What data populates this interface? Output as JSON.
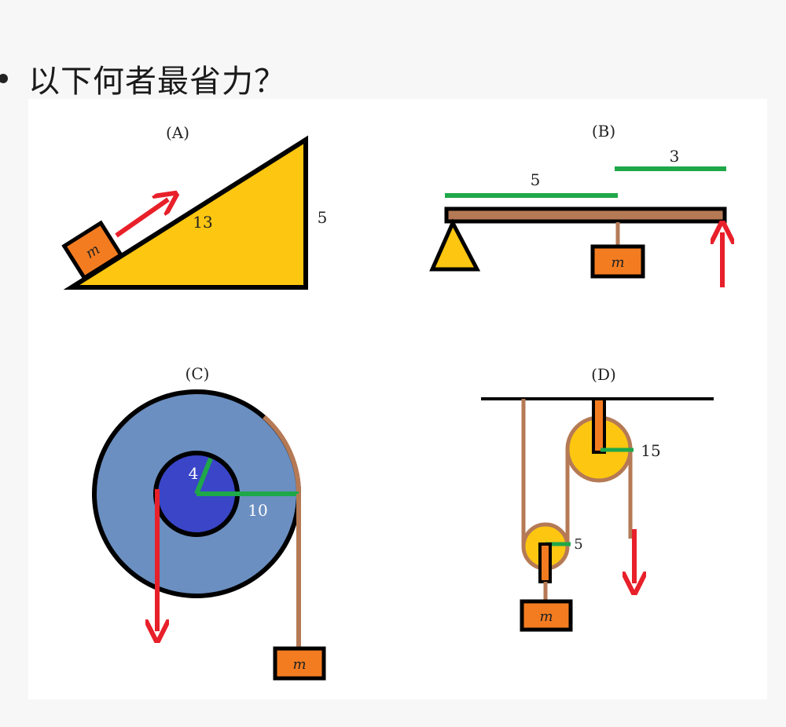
{
  "question": "以下何者最省力？",
  "figure": {
    "panels": [
      {
        "label": "(A)",
        "mass": "m",
        "hypotenuse": "13",
        "height": "5"
      },
      {
        "label": "(B)",
        "mass": "m",
        "dist_left": "5",
        "dist_right": "3"
      },
      {
        "label": "(C)",
        "mass": "m",
        "inner_radius": "4",
        "outer_radius": "10"
      },
      {
        "label": "(D)",
        "mass": "m",
        "small_radius": "5",
        "large_radius": "15"
      }
    ]
  },
  "colors": {
    "incline": "#fdc611",
    "block": "#f47c20",
    "arrow": "#e8202a",
    "measure": "#1fa84a",
    "rope": "#b57a55",
    "wheel_outer": "#6b8fc1",
    "wheel_inner": "#3a45c8"
  }
}
